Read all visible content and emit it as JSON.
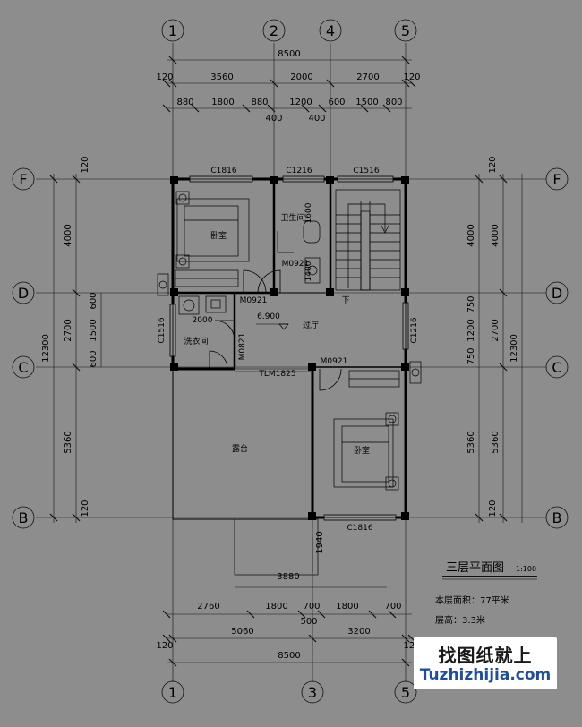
{
  "drawing": {
    "title": "三层平面图",
    "scale": "1:100",
    "area_label": "本层面积：77平米",
    "height_label": "层高：3.3米"
  },
  "axes": {
    "top": [
      "1",
      "2",
      "4",
      "5"
    ],
    "bottom": [
      "1",
      "3",
      "5"
    ],
    "left": [
      "F",
      "D",
      "C",
      "B"
    ],
    "right": [
      "F",
      "D",
      "C",
      "B"
    ]
  },
  "dims": {
    "top_total": "8500",
    "top_row2": [
      "120",
      "3560",
      "2000",
      "2700",
      "120"
    ],
    "top_row3": [
      "880",
      "1800",
      "880",
      "1200",
      "600",
      "1500",
      "800"
    ],
    "top_row4": [
      "400",
      "400"
    ],
    "bottom_stair": [
      "1940",
      "3880"
    ],
    "bottom_row1": [
      "2760",
      "1800",
      "700",
      "1800",
      "700"
    ],
    "bottom_mid": "500",
    "bottom_row2": [
      "120",
      "5060",
      "3200",
      "120"
    ],
    "bottom_total": "8500",
    "left_total": "12300",
    "left_row": [
      "120",
      "4000",
      "2700",
      "5360",
      "120"
    ],
    "left_inner": [
      "600",
      "1500",
      "600"
    ],
    "right_total": "12300",
    "right_outer": [
      "4000",
      "2700",
      "5360"
    ],
    "right_inner": [
      "120",
      "4000",
      "750",
      "1200",
      "750",
      "5360",
      "120"
    ]
  },
  "labels": {
    "bedroom_a": "卧室",
    "bathroom": "卫生间",
    "laundry": "洗衣间",
    "hall": "过厅",
    "terrace": "露台",
    "bedroom_b": "卧室",
    "stair_down": "下",
    "elevation": "6.900",
    "dim_2000": "2000",
    "dim_1600": "1600",
    "dim_1400": "1400"
  },
  "codes": {
    "win_c1816_top": "C1816",
    "win_c1216_top": "C1216",
    "win_c1516_top": "C1516",
    "door_m0921_bath": "M0921",
    "door_m0921_bed": "M0921",
    "win_c1516_left": "C1516",
    "door_m0821": "M0821",
    "door_tlm1825": "TLM1825",
    "door_m0921_bed2": "M0921",
    "win_c1216_right": "C1216",
    "win_c1816_bottom": "C1816"
  },
  "watermark": {
    "cn": "找图纸就上",
    "url": "Tuzhizhijia.com"
  }
}
